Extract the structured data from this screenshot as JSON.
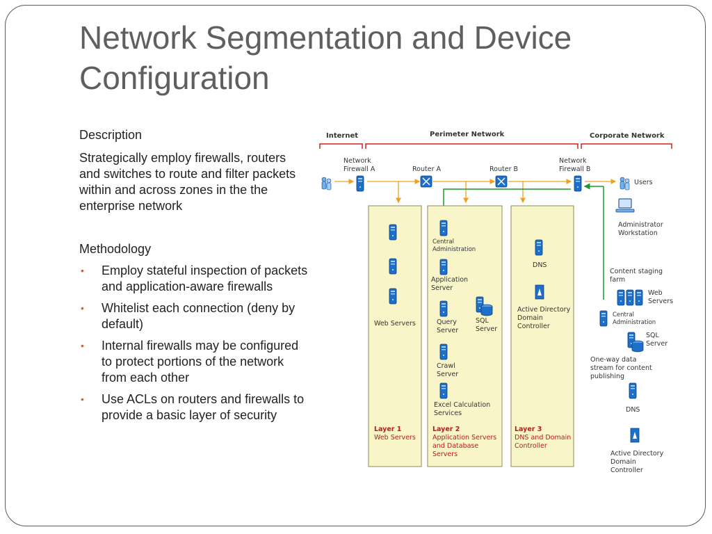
{
  "slide": {
    "title": "Network Segmentation and Device Configuration",
    "description_heading": "Description",
    "description_text": "Strategically employ firewalls, routers and switches to route and filter packets within and across zones in the the enterprise network",
    "methodology_heading": "Methodology",
    "bullets": [
      "Employ stateful inspection of packets and  application-aware firewalls",
      "Whitelist each connection (deny by default)",
      "Internal firewalls may be configured to protect portions of the network from each other",
      "Use ACLs on routers and firewalls to provide a basic layer of security"
    ]
  },
  "diagram": {
    "zones": {
      "internet": "Internet",
      "perimeter": "Perimeter Network",
      "corporate": "Corporate Network"
    },
    "devices": {
      "firewall_a": [
        "Network",
        "Firewall A"
      ],
      "router_a": "Router A",
      "router_b": "Router B",
      "firewall_b": [
        "Network",
        "Firewall B"
      ],
      "users": "Users",
      "admin_ws": [
        "Administrator",
        "Workstation"
      ]
    },
    "layer1": {
      "servers_label": "Web Servers",
      "name": "Layer 1",
      "desc": [
        "Web Servers"
      ]
    },
    "layer2": {
      "central_admin": [
        "Central",
        "Administration"
      ],
      "app_server": [
        "Application",
        "Server"
      ],
      "sql_server": [
        "SQL",
        "Server"
      ],
      "query_server": [
        "Query",
        "Server"
      ],
      "crawl_server": [
        "Crawl",
        "Server"
      ],
      "excel": [
        "Excel Calculation",
        "Services"
      ],
      "name": "Layer 2",
      "desc": [
        "Application Servers",
        "and Database",
        "Servers"
      ]
    },
    "layer3": {
      "dns": "DNS",
      "ad": [
        "Active Directory",
        "Domain",
        "Controller"
      ],
      "name": "Layer 3",
      "desc": [
        "DNS and Domain",
        "Controller"
      ]
    },
    "corporate": {
      "staging": [
        "Content staging",
        "farm"
      ],
      "web_servers": [
        "Web",
        "Servers"
      ],
      "central_admin": [
        "Central",
        "Administration"
      ],
      "sql_server": [
        "SQL",
        "Server"
      ],
      "oneway": [
        "One-way data",
        "stream for content",
        "publishing"
      ],
      "dns": "DNS",
      "ad": [
        "Active Directory",
        "Domain",
        "Controller"
      ]
    },
    "colors": {
      "bracket": "#d02020",
      "panel": "#f8f6c8",
      "orange_link": "#f0a020",
      "green_link": "#1a9a2a",
      "server": "#1e6fc8",
      "layer_label": "#c01818"
    }
  }
}
